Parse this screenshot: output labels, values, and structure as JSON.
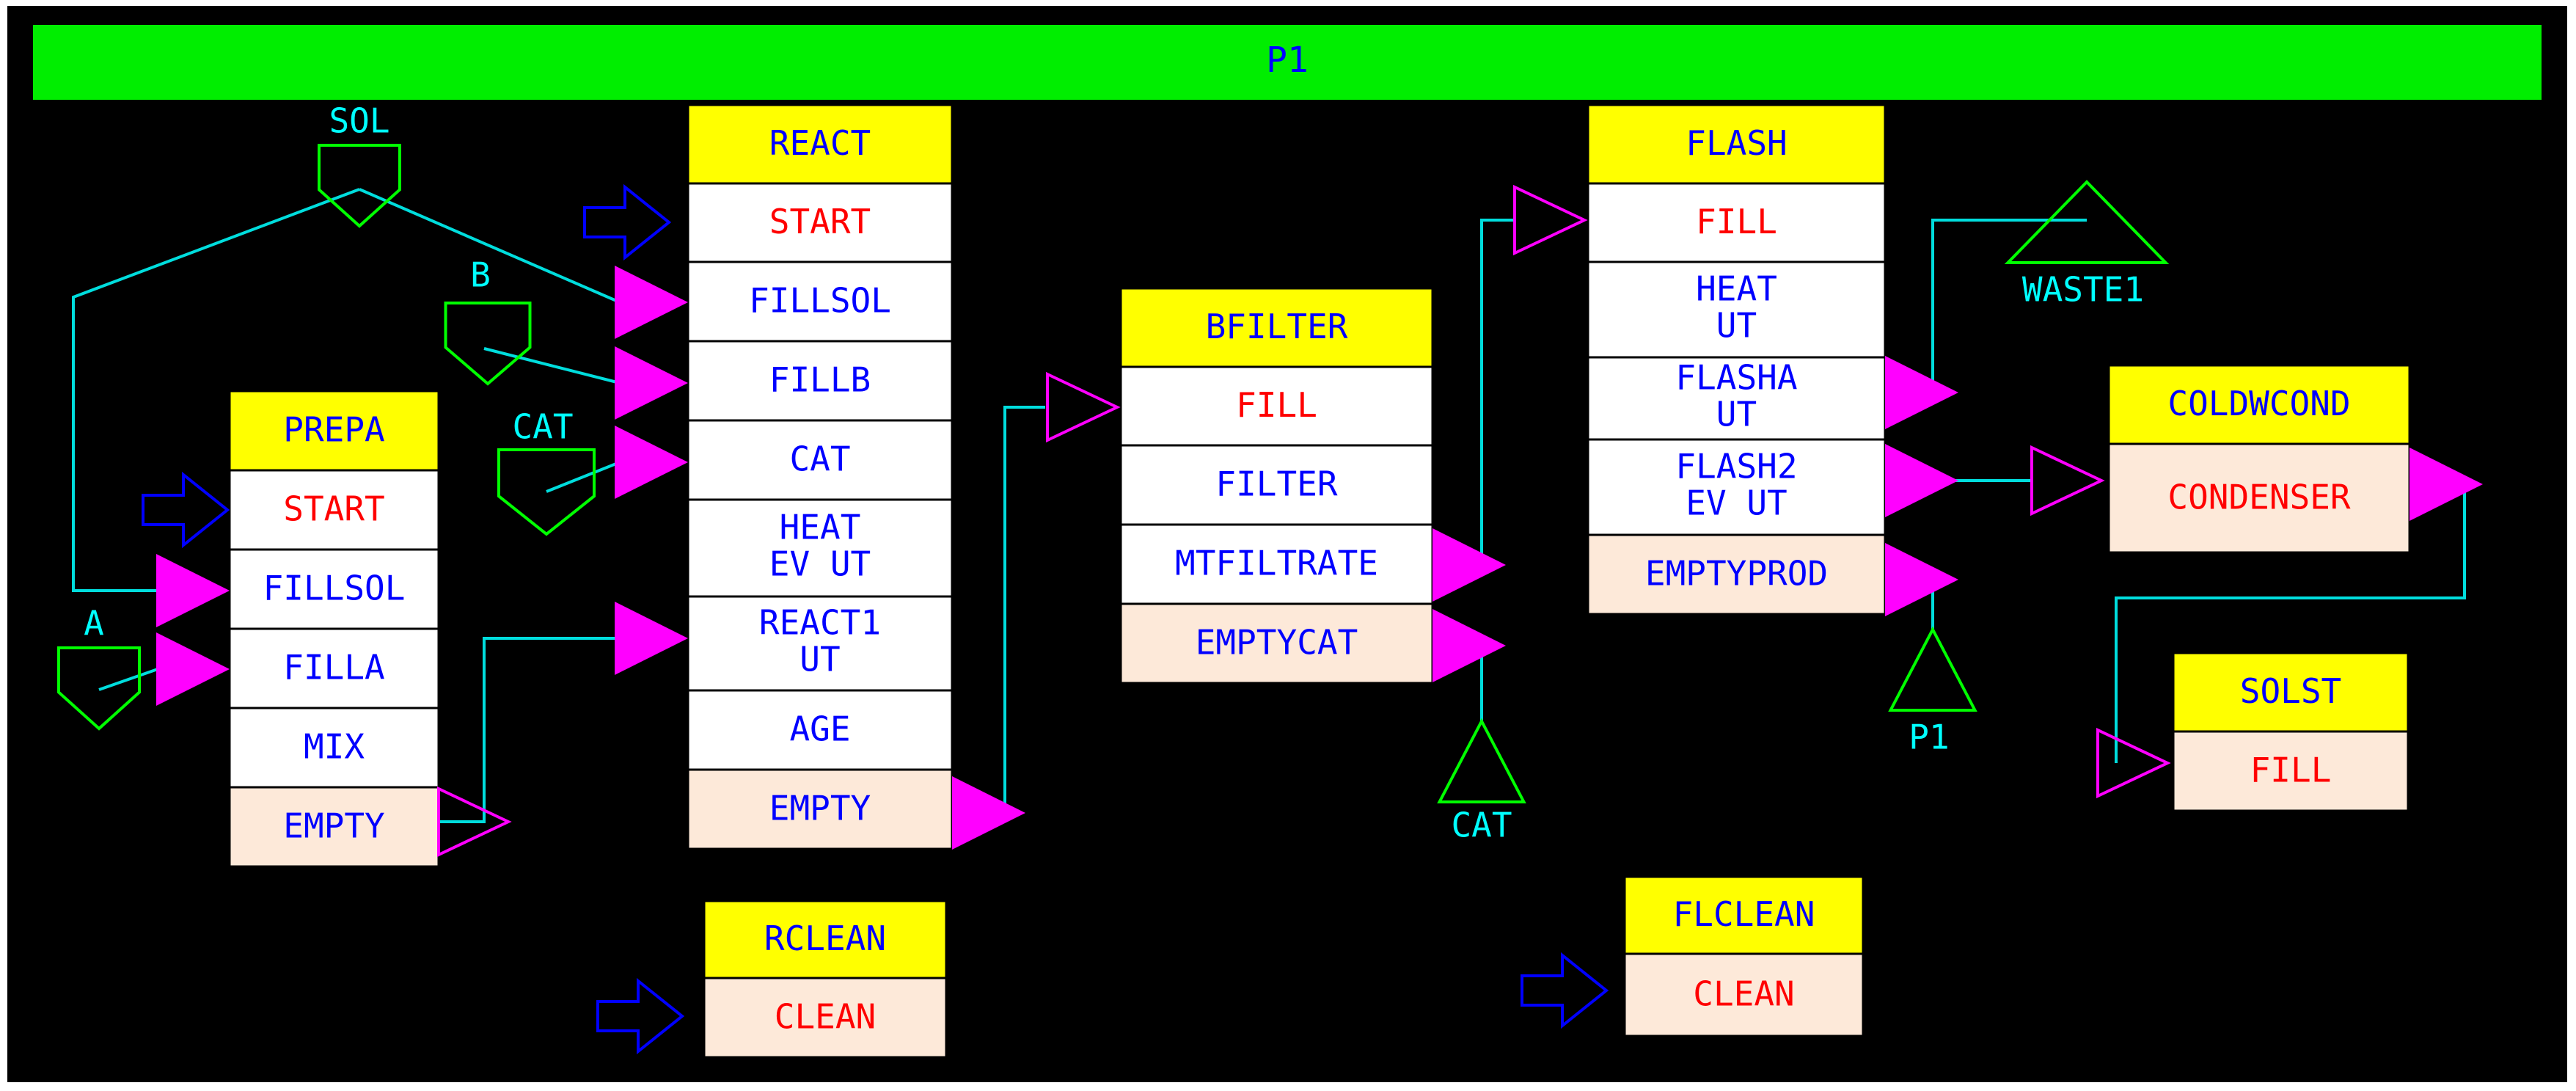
{
  "header": {
    "title": "P1"
  },
  "colors": {
    "background": "#000000",
    "header_bar": "#00ee00",
    "unit_title_bg": "#ffff00",
    "op_bg": "#ffffff",
    "op_bg_alt": "#fde9d9",
    "text_blue": "#0000ff",
    "text_red": "#ff0000",
    "line_cyan": "#00dddd",
    "input_magenta": "#ff00ff",
    "arrow_blue": "#0000ff",
    "store_green": "#00ff00",
    "label_cyan": "#00ffff"
  },
  "units": [
    {
      "id": "prepa",
      "title": "PREPA",
      "ops": [
        {
          "label": "START",
          "color": "red",
          "bg": "white"
        },
        {
          "label": "FILLSOL",
          "color": "blue",
          "bg": "white"
        },
        {
          "label": "FILLA",
          "color": "blue",
          "bg": "white"
        },
        {
          "label": "MIX",
          "color": "blue",
          "bg": "white"
        },
        {
          "label": "EMPTY",
          "color": "blue",
          "bg": "peach"
        }
      ]
    },
    {
      "id": "react",
      "title": "REACT",
      "ops": [
        {
          "label": "START",
          "color": "red",
          "bg": "white"
        },
        {
          "label": "FILLSOL",
          "color": "blue",
          "bg": "white"
        },
        {
          "label": "FILLB",
          "color": "blue",
          "bg": "white"
        },
        {
          "label": "CAT",
          "color": "blue",
          "bg": "white"
        },
        {
          "label": "HEAT",
          "label2": "EV  UT",
          "color": "blue",
          "bg": "white"
        },
        {
          "label": "REACT1",
          "label2": "UT",
          "color": "blue",
          "bg": "white"
        },
        {
          "label": "AGE",
          "color": "blue",
          "bg": "white"
        },
        {
          "label": "EMPTY",
          "color": "blue",
          "bg": "peach"
        }
      ]
    },
    {
      "id": "bfilter",
      "title": "BFILTER",
      "ops": [
        {
          "label": "FILL",
          "color": "red",
          "bg": "white"
        },
        {
          "label": "FILTER",
          "color": "blue",
          "bg": "white"
        },
        {
          "label": "MTFILTRATE",
          "color": "blue",
          "bg": "white"
        },
        {
          "label": "EMPTYCAT",
          "color": "blue",
          "bg": "peach"
        }
      ]
    },
    {
      "id": "flash",
      "title": "FLASH",
      "ops": [
        {
          "label": "FILL",
          "color": "red",
          "bg": "white"
        },
        {
          "label": "HEAT",
          "label2": "UT",
          "color": "blue",
          "bg": "white"
        },
        {
          "label": "FLASHA",
          "label2": "UT",
          "color": "blue",
          "bg": "white"
        },
        {
          "label": "FLASH2",
          "label2": "EV  UT",
          "color": "blue",
          "bg": "white"
        },
        {
          "label": "EMPTYPROD",
          "color": "blue",
          "bg": "peach"
        }
      ]
    },
    {
      "id": "coldwcond",
      "title": "COLDWCOND",
      "ops": [
        {
          "label": "CONDENSER",
          "color": "red",
          "bg": "peach"
        }
      ]
    },
    {
      "id": "solst",
      "title": "SOLST",
      "ops": [
        {
          "label": "FILL",
          "color": "red",
          "bg": "peach"
        }
      ]
    },
    {
      "id": "rclean",
      "title": "RCLEAN",
      "ops": [
        {
          "label": "CLEAN",
          "color": "red",
          "bg": "peach"
        }
      ]
    },
    {
      "id": "flclean",
      "title": "FLCLEAN",
      "ops": [
        {
          "label": "CLEAN",
          "color": "red",
          "bg": "peach"
        }
      ]
    }
  ],
  "feed_stores": [
    {
      "id": "sol",
      "label": "SOL"
    },
    {
      "id": "b",
      "label": "B"
    },
    {
      "id": "cat",
      "label": "CAT"
    },
    {
      "id": "a",
      "label": "A"
    }
  ],
  "product_stores": [
    {
      "id": "waste1",
      "label": "WASTE1"
    },
    {
      "id": "p1",
      "label": "P1"
    },
    {
      "id": "cat-out",
      "label": "CAT"
    }
  ]
}
